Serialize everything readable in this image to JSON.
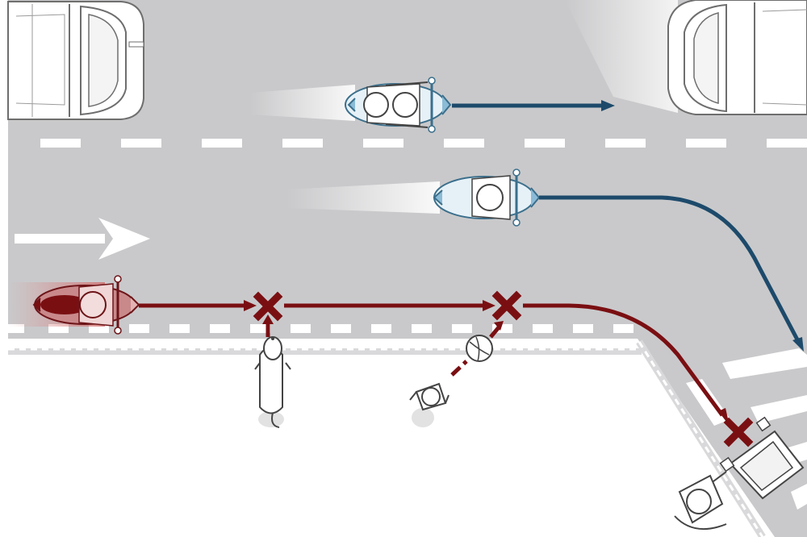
{
  "colors": {
    "road": "#c9c9cb",
    "road_edge": "#b9b9bb",
    "sidewalk": "#ffffff",
    "lane_marking": "#ffffff",
    "curb_dash": "#d9d9db",
    "hazard_path": "#7a0f12",
    "safe_path": "#1d4a6b",
    "rider_hazard": "#8a1a1e",
    "rider_safe": "#6aa6c4",
    "outline": "#555555"
  },
  "icons": {
    "direction": "arrow-right-icon",
    "conflict": "x-mark-icon",
    "car": "car-icon",
    "motorcycle": "motorcycle-icon",
    "dog": "dog-icon",
    "ball": "ball-icon",
    "child": "child-icon",
    "stroller": "stroller-icon"
  },
  "scene": {
    "road_participants": [
      "car-parked-top-left",
      "car-top-right",
      "motorcycle-two-up",
      "motorcycle-turning-right",
      "motorcycle-hazard"
    ],
    "hazards": [
      "dog",
      "ball-child",
      "stroller-pedestrian"
    ],
    "conflict_markers": 3
  }
}
